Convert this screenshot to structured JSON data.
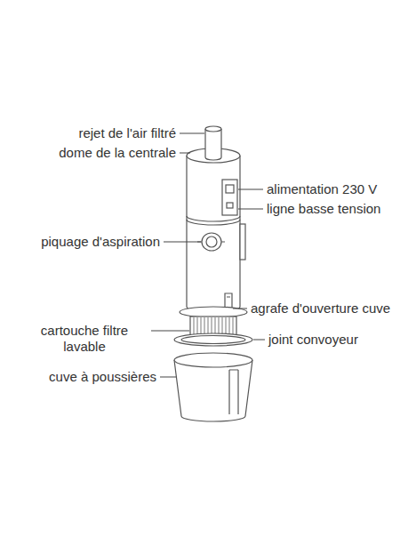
{
  "diagram": {
    "labels": [
      "rejet de l'air filtré",
      "dome de la centrale",
      "alimentation 230 V",
      "ligne basse tension",
      "piquage d'aspiration",
      "agrafe d'ouverture cuve",
      "cartouche filtre lavable",
      "joint convoyeur",
      "cuve à poussières"
    ]
  }
}
